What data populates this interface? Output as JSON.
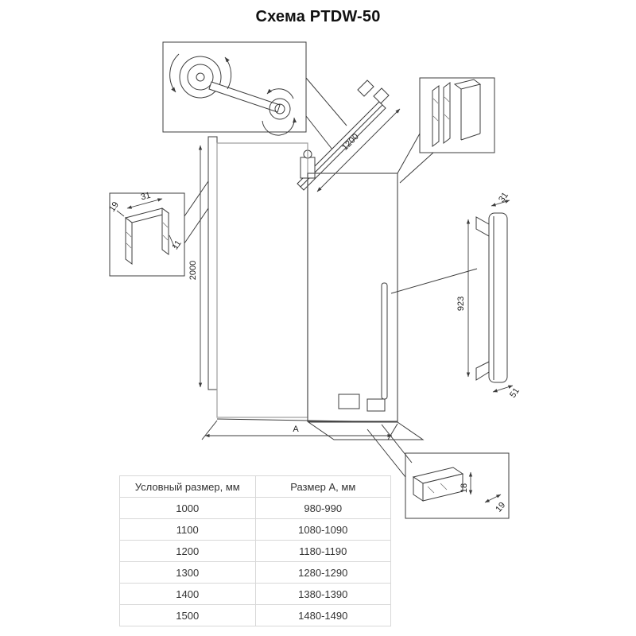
{
  "title": "Схема PTDW-50",
  "dimensions": {
    "rail_length": "1200",
    "door_height": "2000",
    "width_label": "А",
    "handle_height": "923",
    "handle_width": "31",
    "handle_depth": "51",
    "wall_profile_depth": "19",
    "wall_profile_width": "31",
    "wall_profile_inner": "11",
    "bottom_profile_height": "18",
    "bottom_profile_width": "19"
  },
  "table": {
    "headers": [
      "Условный размер, мм",
      "Размер А, мм"
    ],
    "rows": [
      [
        "1000",
        "980-990"
      ],
      [
        "1100",
        "1080-1090"
      ],
      [
        "1200",
        "1180-1190"
      ],
      [
        "1300",
        "1280-1290"
      ],
      [
        "1400",
        "1380-1390"
      ],
      [
        "1500",
        "1480-1490"
      ]
    ]
  }
}
